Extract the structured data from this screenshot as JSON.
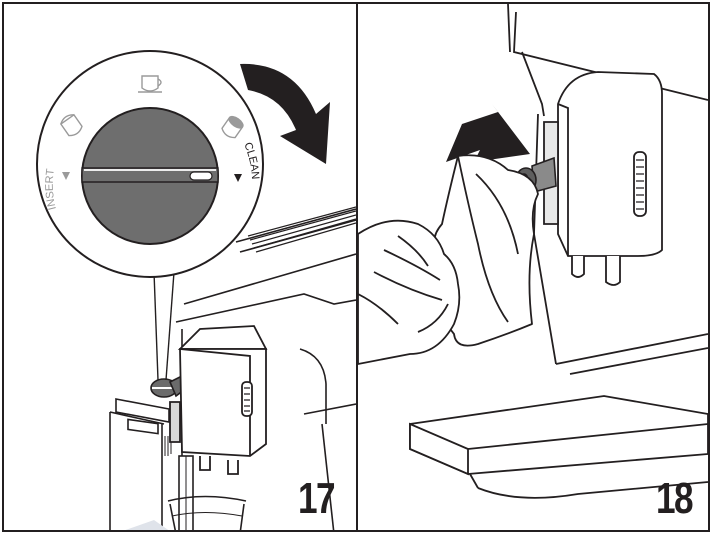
{
  "steps": [
    {
      "number": "17",
      "dial": {
        "left_label": "INSERT",
        "right_label": "CLEAN"
      }
    },
    {
      "number": "18"
    }
  ],
  "icons": [
    "rotate-clockwise-arrow-icon",
    "push-arrow-icon",
    "cup-icon",
    "milk-cup-icon",
    "froth-cup-icon"
  ]
}
